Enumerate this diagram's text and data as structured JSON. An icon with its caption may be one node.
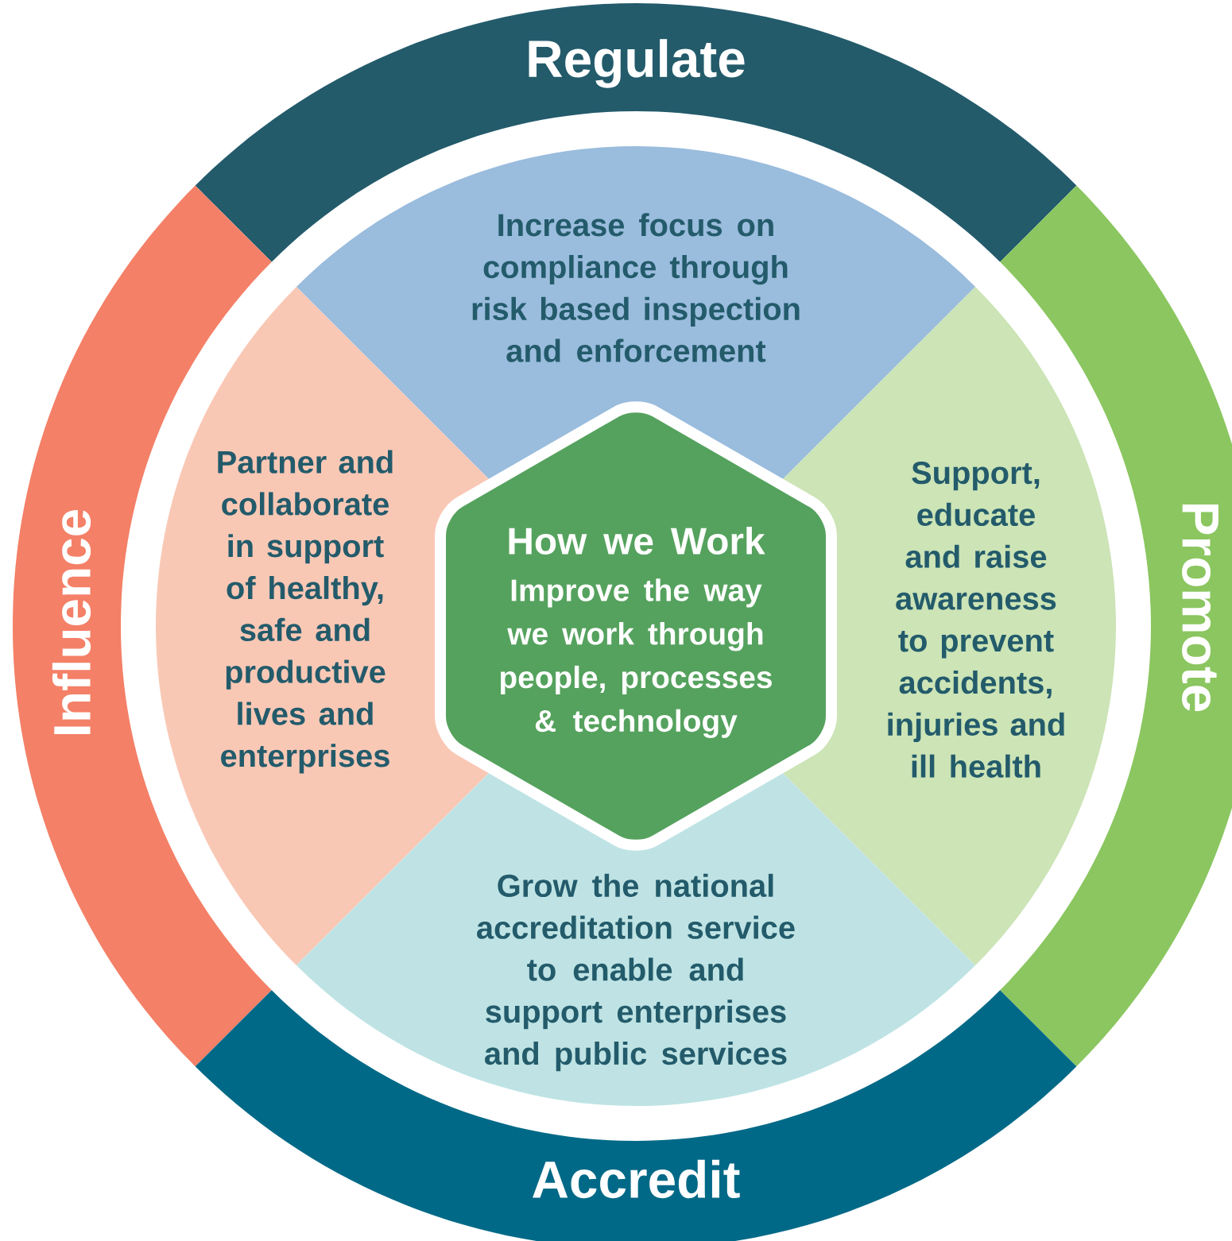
{
  "diagram": {
    "nodes": [
      {
        "text": [
          "Regulate"
        ]
      },
      {
        "text": [
          "Influence"
        ]
      },
      {
        "text": [
          "Promote"
        ]
      },
      {
        "text": [
          "Increase focus on compliance through risk based inspection and enforcement"
        ]
      },
      {
        "text": [
          "Partner and collaborate in support of healthy, safe and productive lives and enterprises"
        ]
      },
      {
        "text": [
          "Support, educate and raise awareness to prevent accidents, injuries and ill health"
        ]
      },
      {
        "text": [
          "How we Work",
          "Improve the way we work through people, processes & technology"
        ]
      },
      {
        "text": [
          "Grow the national accreditation service to enable and support enterprises and public services"
        ]
      },
      {
        "text": [
          "Accredit"
        ]
      }
    ]
  }
}
